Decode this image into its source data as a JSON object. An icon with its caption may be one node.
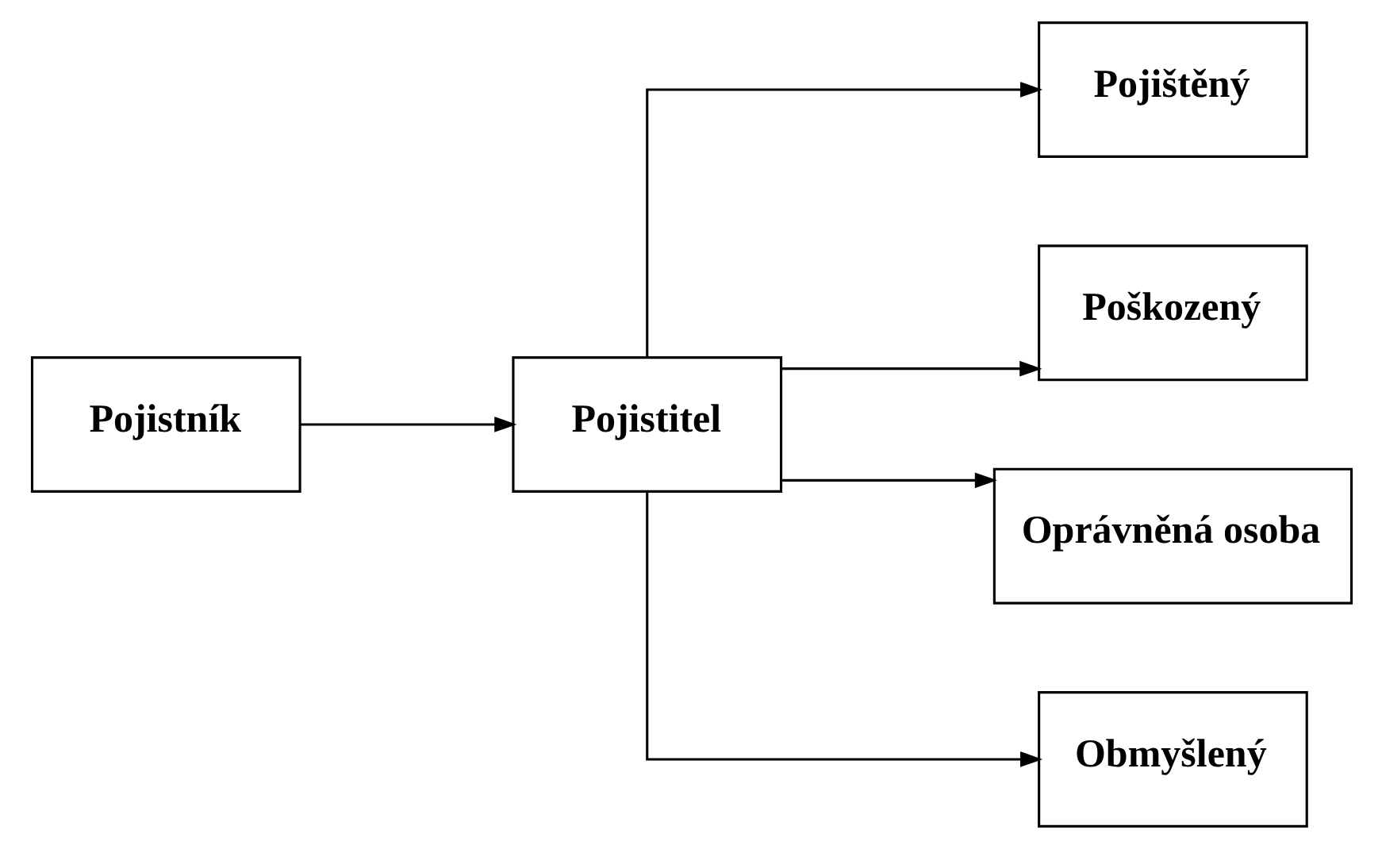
{
  "diagram": {
    "nodes": [
      {
        "text": [
          "Pojistník"
        ]
      },
      {
        "text": [
          "Pojistitel"
        ]
      },
      {
        "text": [
          "Pojištěný"
        ]
      },
      {
        "text": [
          "Poškozený"
        ]
      },
      {
        "text": [
          "Oprávněná osoba"
        ]
      },
      {
        "text": [
          "Obmyšlený"
        ]
      }
    ],
    "edges": [
      {
        "from": 0,
        "to": 1,
        "arrow": "to"
      },
      {
        "from": 1,
        "to": 2,
        "arrow": "to"
      },
      {
        "from": 1,
        "to": 3,
        "arrow": "to"
      },
      {
        "from": 1,
        "to": 4,
        "arrow": "to"
      },
      {
        "from": 1,
        "to": 5,
        "arrow": "to"
      }
    ]
  }
}
